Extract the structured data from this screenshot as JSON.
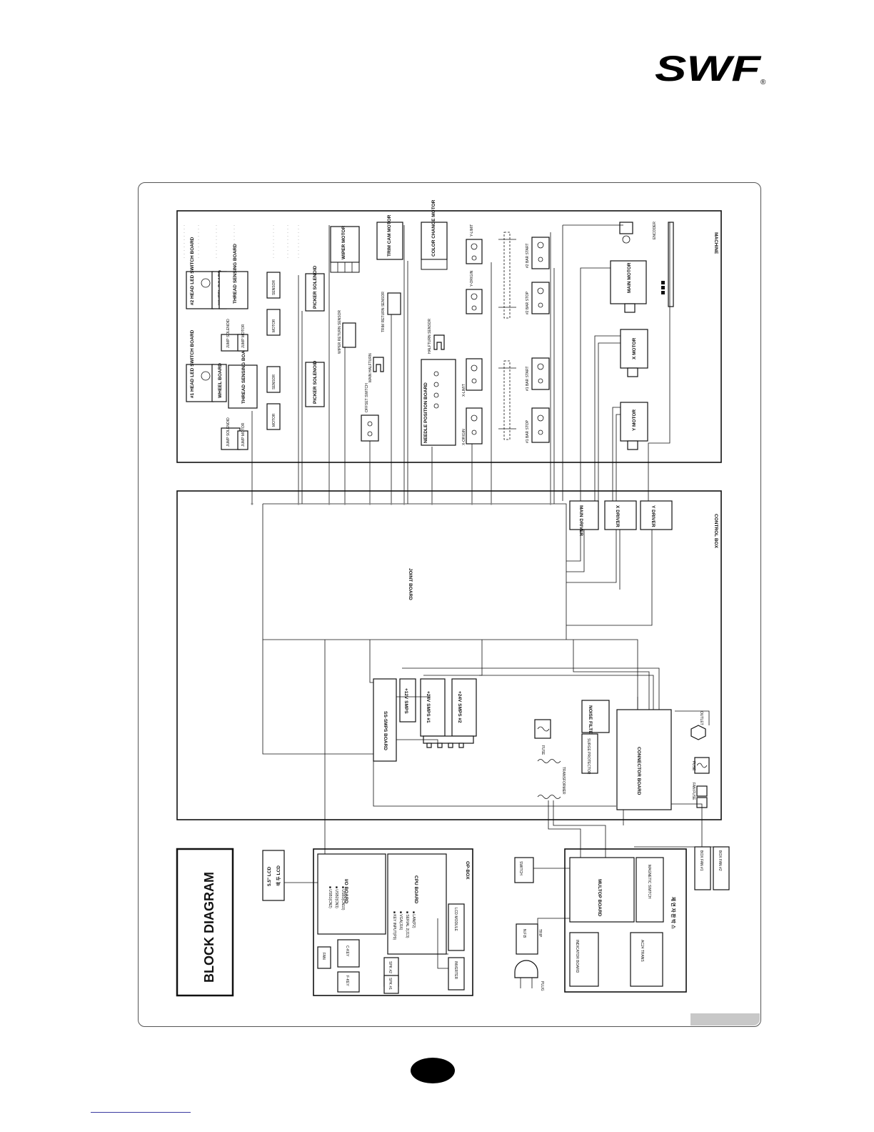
{
  "brand": {
    "logo_text": "SWF",
    "registered_mark": "®"
  },
  "diagram": {
    "title": "BLOCK DIAGRAM",
    "sections": {
      "machine": "MACHINE",
      "control_box": "CONTROL BOX",
      "op_box": "OP-BOX",
      "pedal_box": "제 연 자 판 박 스"
    },
    "machine_blocks": {
      "head1_led": "#1 HEAD LED SWITCH BOARD",
      "head2_led": "#2 HEAD LED SWITCH BOARD",
      "wheel_board": "WHEEL BOARD",
      "thread_sensing": "THREAD SENSING BOARD",
      "jump_solenoid": "JUMP SOLENOID",
      "jump_motor": "JUMP MOTOR",
      "sensor": "SENSOR",
      "motor": "MOTOR",
      "picker_solenoid": "PICKER SOLENOID",
      "wiper_motor": "WIPER MOTOR",
      "trim_cam_motor": "TRIM CAM MOTOR",
      "color_change_motor": "COLOR CHANGE MOTOR",
      "wiper_return_sensor": "WIPER RETURN SENSOR",
      "trim_return_sensor": "TRIM RETURN SENSOR",
      "main_halfturn": "MAIN HALFTURN",
      "halfturn_sensor": "HALFTURN SENSOR",
      "offset_switch": "OFFSET SWITCH",
      "needle_position": "NEEDLE POSITION BOARD",
      "x_origin": "X-ORIGIN",
      "x_limit": "X-LIMIT",
      "y_origin": "Y-ORIGIN",
      "y_limit": "Y-LIMIT",
      "bar1_stop": "#1 BAR STOP",
      "bar1_start": "#1 BAR START",
      "bar2_stop": "#2 BAR STOP",
      "bar2_start": "#2 BAR START",
      "main_motor": "MAIN MOTOR",
      "x_motor": "X MOTOR",
      "y_motor": "Y MOTOR",
      "encoder": "ENCODER"
    },
    "control_blocks": {
      "joint_board": "JOINT BOARD",
      "main_driver": "MAIN DRIVER",
      "x_driver": "X DRIVER",
      "y_driver": "Y DRIVER",
      "ss_smps": "SS-SMPS BOARD",
      "smps_12v": "+12V SMPS",
      "smps_24v1": "+24V SMPS #1",
      "smps_24v2": "+24V SMPS #2",
      "noise_filter": "NOISE FILTER",
      "fuse": "FUSE",
      "surge": "SURGE PROTECTOR",
      "transformer": "TRANSFORMER",
      "connector_board": "CONNECTOR BOARD",
      "outlet": "OUTLET",
      "fan_fuse": "FAN FUSE",
      "fuse2": "FUSE"
    },
    "op_blocks": {
      "lcd_panel": "5.5\" LCD",
      "lcd_sub": "색 두 LCD",
      "io_board": "I/O BOARD",
      "cpu_board": "CPU BOARD",
      "usb1": "■ USB1(CN2)",
      "usb2": "■ USB2(CN3)",
      "usb3": "■ USB3(CN10)",
      "key_input": "■ KEY INPUT(P9)",
      "vga": "■ VGA(J16)",
      "serial2": "■ SERIAL 2(J13)",
      "lan": "■ LAN(P2)",
      "lcd_module": "LCD MODULE",
      "inverter": "INVERTER",
      "fan": "FAN",
      "c_key": "C-KEY",
      "f_key": "F-KEY",
      "spk1": "SPK #1",
      "spk2": "SPK #2"
    },
    "pedal_blocks": {
      "switch": "SWITCH",
      "nfb": "N.F.B",
      "trip": "TRIP",
      "plug": "PLUG",
      "multop": "MULTOP BOARD",
      "magnetic": "MAGNETIC SWITCH",
      "indicator": "INDICATOR BOARD",
      "ac24_trans": "AC24 TRANS",
      "fan1": "BOX FAN #1",
      "fan2": "BOX FAN #2"
    }
  }
}
